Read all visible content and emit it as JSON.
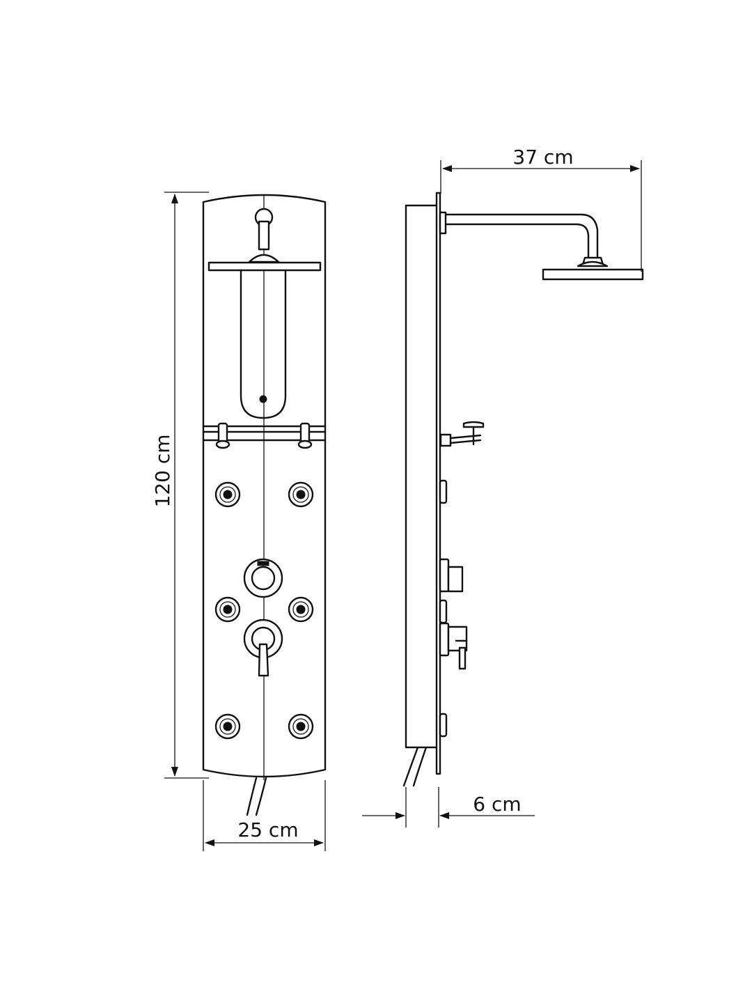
{
  "dimensions": {
    "height": "120 cm",
    "width": "25 cm",
    "arm_reach": "37 cm",
    "depth": "6 cm"
  },
  "colors": {
    "line": "#111111",
    "background": "#ffffff"
  }
}
